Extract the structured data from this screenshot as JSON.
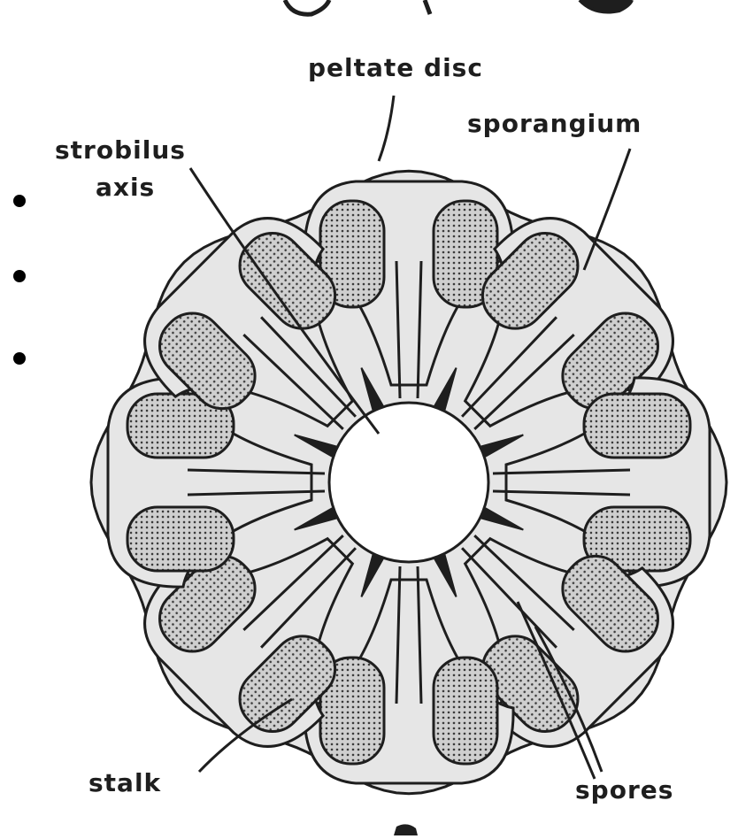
{
  "labels": {
    "peltate_disc": "peltate disc",
    "sporangium": "sporangium",
    "strobilus_line1": "strobilus",
    "strobilus_line2": "axis",
    "stalk": "stalk",
    "spores": "spores"
  },
  "diagram": {
    "sporophyll_count": 8,
    "colors": {
      "line": "#1e1e1e",
      "disc_fill": "#e6e6e6",
      "sporangium_fill": "#c9c9c9",
      "axis_fill": "#ffffff"
    }
  }
}
